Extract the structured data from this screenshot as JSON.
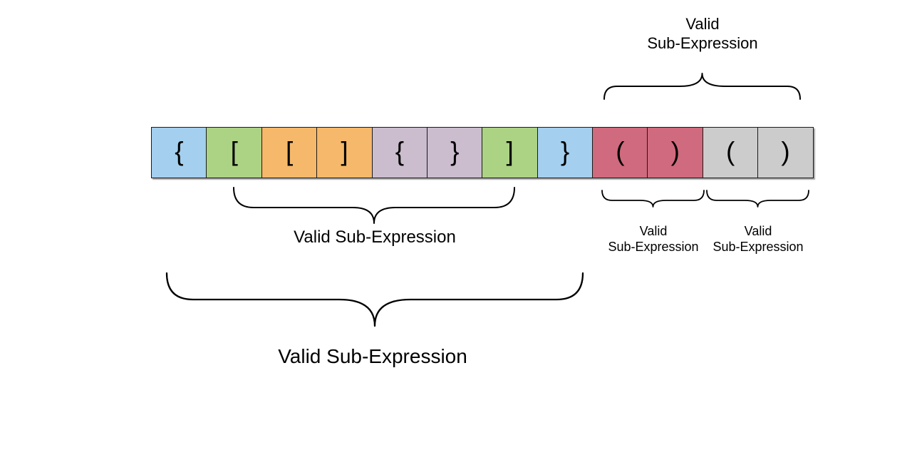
{
  "figure": {
    "background": "#FFFFFF",
    "colors": {
      "blue": "#A4CFEE",
      "green": "#ACD284",
      "orange": "#F6B86A",
      "purple": "#CBBCCE",
      "red": "#D06A7E",
      "gray": "#CCCCCC",
      "border": "#1A1A1A",
      "text": "#000000"
    },
    "cells": [
      {
        "char": "{",
        "color_name": "blue"
      },
      {
        "char": "[",
        "color_name": "green"
      },
      {
        "char": "[",
        "color_name": "orange"
      },
      {
        "char": "]",
        "color_name": "orange"
      },
      {
        "char": "{",
        "color_name": "purple"
      },
      {
        "char": "}",
        "color_name": "purple"
      },
      {
        "char": "]",
        "color_name": "green"
      },
      {
        "char": "}",
        "color_name": "blue"
      },
      {
        "char": "(",
        "color_name": "red"
      },
      {
        "char": ")",
        "color_name": "red"
      },
      {
        "char": "(",
        "color_name": "gray"
      },
      {
        "char": ")",
        "color_name": "gray"
      }
    ],
    "annotations": [
      {
        "id": "group-above-parens",
        "label": "Valid\nSub-Expression",
        "position": "above",
        "spans_cells": "9-12"
      },
      {
        "id": "group-inner-brackets",
        "label": "Valid Sub-Expression",
        "position": "below",
        "spans_cells": "2-7"
      },
      {
        "id": "group-outer-braces",
        "label": "Valid Sub-Expression",
        "position": "below",
        "spans_cells": "1-8"
      },
      {
        "id": "group-round-pair-1",
        "label": "Valid\nSub-Expression",
        "position": "below",
        "spans_cells": "9-10"
      },
      {
        "id": "group-round-pair-2",
        "label": "Valid\nSub-Expression",
        "position": "below",
        "spans_cells": "11-12"
      }
    ]
  }
}
